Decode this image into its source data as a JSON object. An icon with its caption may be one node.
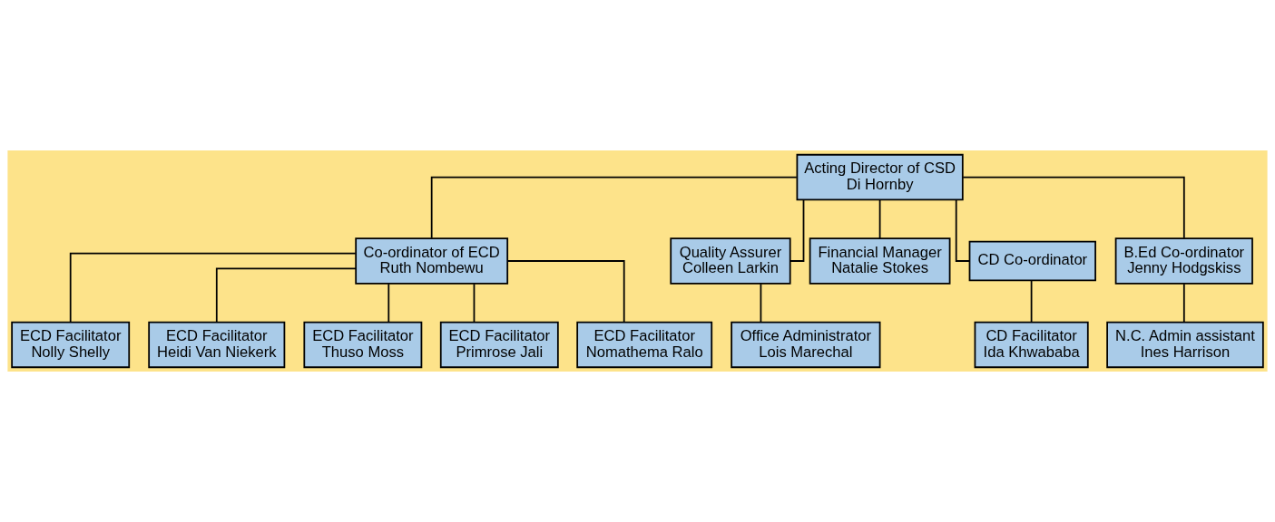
{
  "diagram": {
    "nodes": [
      {
        "text": [
          "Acting Director of CSD",
          "Di Hornby"
        ]
      },
      {
        "text": [
          "Co-ordinator of ECD",
          "Ruth Nombewu"
        ]
      },
      {
        "text": [
          "Quality Assurer",
          "Colleen Larkin"
        ]
      },
      {
        "text": [
          "Financial Manager",
          "Natalie Stokes"
        ]
      },
      {
        "text": [
          "CD Co-ordinator"
        ]
      },
      {
        "text": [
          "B.Ed Co-ordinator",
          "Jenny Hodgskiss"
        ]
      },
      {
        "text": [
          "CD Facilitator",
          "Ida Khwababa"
        ]
      },
      {
        "text": [
          "N.C. Admin assistant",
          "Ines Harrison"
        ]
      },
      {
        "text": [
          "ECD Facilitator",
          "Nolly Shelly"
        ]
      },
      {
        "text": [
          "ECD Facilitator",
          "Heidi Van Niekerk"
        ]
      },
      {
        "text": [
          "ECD Facilitator",
          "Thuso Moss"
        ]
      },
      {
        "text": [
          "ECD Facilitator",
          "Primrose Jali"
        ]
      },
      {
        "text": [
          "ECD Facilitator",
          "Nomathema Ralo"
        ]
      },
      {
        "text": [
          "Office Administrator",
          "Lois Marechal"
        ]
      }
    ],
    "edges": [
      {
        "from": 0,
        "to": 1,
        "arrow": "none"
      },
      {
        "from": 0,
        "to": 2,
        "arrow": "none"
      },
      {
        "from": 0,
        "to": 3,
        "arrow": "none"
      },
      {
        "from": 0,
        "to": 4,
        "arrow": "none"
      },
      {
        "from": 0,
        "to": 5,
        "arrow": "none"
      },
      {
        "from": 4,
        "to": 6,
        "arrow": "none"
      },
      {
        "from": 5,
        "to": 7,
        "arrow": "none"
      },
      {
        "from": 1,
        "to": 8,
        "arrow": "none"
      },
      {
        "from": 1,
        "to": 9,
        "arrow": "none"
      },
      {
        "from": 1,
        "to": 10,
        "arrow": "none"
      },
      {
        "from": 1,
        "to": 11,
        "arrow": "none"
      },
      {
        "from": 1,
        "to": 12,
        "arrow": "none"
      },
      {
        "from": 2,
        "to": 13,
        "arrow": "none"
      }
    ]
  }
}
